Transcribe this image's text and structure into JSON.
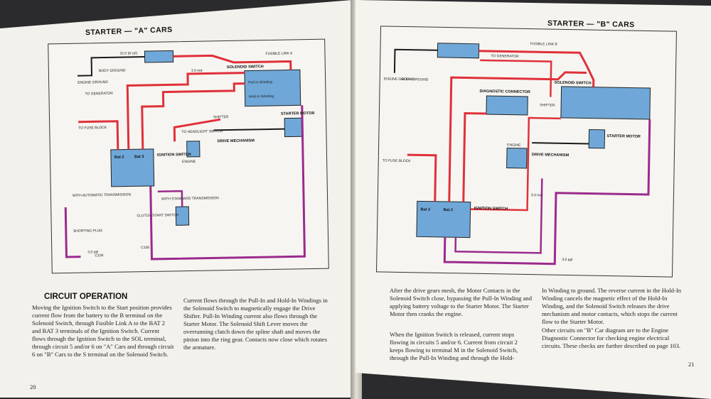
{
  "left": {
    "title": "STARTER — \"A\" CARS",
    "diagram_labels": {
      "engine_ground": "ENGINE GROUND",
      "body_ground": "BODY GROUND",
      "to_generator": "TO GENERATOR",
      "to_fuse_block": "TO FUSE BLOCK",
      "fusible_link": "FUSIBLE LINK A",
      "solenoid_switch": "SOLENOID SWITCH",
      "pull_in": "Pull-In Winding",
      "hold_in": "Hold-In Winding",
      "shifter": "SHIFTER",
      "drive_mechanism": "DRIVE MECHANISM",
      "starter_motor": "STARTER MOTOR",
      "engine": "ENGINE",
      "to_headlight": "TO HEADLIGHT SWITCH",
      "ignition_switch": "IGNITION SWITCH",
      "bat2": "Bat 2",
      "bat3": "Bat 3",
      "auto_trans": "WITH AUTOMATIC TRANSMISSION",
      "std_trans": "WITH STANDARD TRANSMISSION",
      "shorting_plug": "SHORTING PLUG",
      "clutch_start": "CLUTCH START SWITCH",
      "wire_red": "3.0 red",
      "wire_ppl": "3.0 ppl",
      "wire_blk": "32.0 (8 cyl)",
      "c100": "C100",
      "c105": "C105"
    },
    "heading": "CIRCUIT OPERATION",
    "col1": "Moving the Ignition Switch to the Start position provides current flow from the battery to the B terminal on the Solenoid Switch, through Fusible Link A to the BAT 2 and BAT 3 terminals of the Ignition Switch. Current flows through the Ignition Switch to the SOL terminal, through circuit 5 and/or 6 on \"A\" Cars and through circuit 6 on \"B\" Cars to the S terminal on the Solenoid Switch.",
    "col2": "Current flows through the Pull-In and Hold-In Windings in the Solenoid Switch to magnetically engage the Drive Shifter. Pull-In Winding current also flows through the Starter Motor. The Solenoid Shift Lever moves the overrunning clutch down the spline shaft and moves the pinion into the ring gear. Contacts now close which rotates the armature.",
    "page_number": "20"
  },
  "right": {
    "title": "STARTER — \"B\" CARS",
    "diagram_labels": {
      "engine_ground": "ENGINE GROUND",
      "body_ground": "BODY GROUND",
      "to_generator": "TO GENERATOR",
      "fusible_link": "FUSIBLE LINK B",
      "diagnostic": "DIAGNOSTIC CONNECTOR",
      "solenoid_switch": "SOLENOID SWITCH",
      "starter_motor": "STARTER MOTOR",
      "drive_mechanism": "DRIVE MECHANISM",
      "engine": "ENGINE",
      "to_fuse_block": "TO FUSE BLOCK",
      "ignition_switch": "IGNITION SWITCH",
      "bat2": "Bat 2",
      "bat3": "Bat 3",
      "wire_red": "3.0 red",
      "wire_ppl": "3.0 ppl",
      "shifter": "SHIFTER"
    },
    "col1a": "After the drive gears mesh, the Motor Contacts in the Solenoid Switch close, bypassing the Pull-In Winding and applying battery voltage to the Starter Motor. The Starter Motor then cranks the engine.",
    "col1b": "When the Ignition Switch is released, current stops flowing in circuits 5 and/or 6. Current from circuit 2 keeps flowing to terminal M in the Solenoid Switch, through the Pull-In Winding and through the Hold-",
    "col2a": "In Winding to ground. The reverse current in the Hold-In Winding cancels the magnetic effect of the Hold-In Winding, and the Solenoid Switch releases the drive mechanism and motor contacts, which stops the current flow to the Starter Motor.",
    "col2b": "Other circuits on \"B\" Car diagram are to the Engine Diagnostic Connector for checking engine electrical circuits. These checks are further described on page 103.",
    "page_number": "21"
  },
  "colors": {
    "wire_red": "#e0303a",
    "wire_purple": "#9b2a8e",
    "component_blue": "#6fa8d8",
    "wire_black": "#1a1a1a"
  }
}
